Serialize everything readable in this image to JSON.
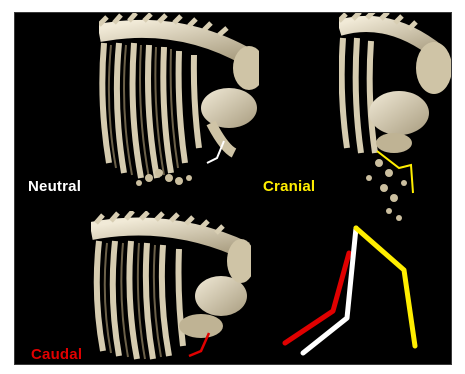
{
  "labels": {
    "neutral": "Neutral",
    "cranial": "Cranial",
    "caudal": "Caudal"
  },
  "colors": {
    "background": "#000000",
    "neutral": "#ffffff",
    "cranial": "#ffee00",
    "caudal": "#e00000",
    "bone": "#e2d9c2"
  }
}
